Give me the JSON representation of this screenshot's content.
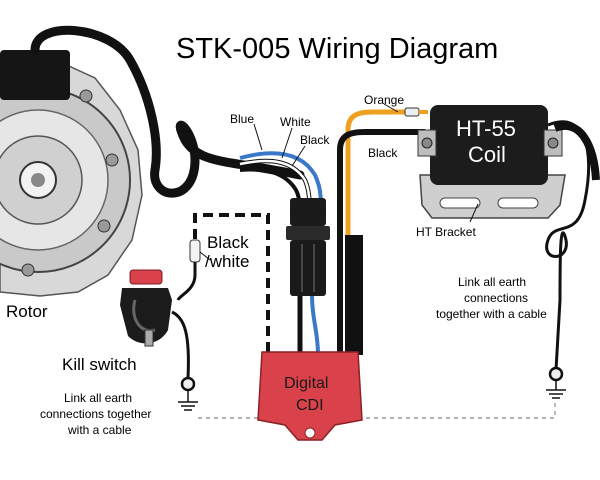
{
  "title": "STK-005 Wiring Diagram",
  "labels": {
    "rotor": "Rotor",
    "kill_switch": "Kill switch",
    "blue": "Blue",
    "white": "White",
    "black_top": "Black",
    "black_white_1": "Black",
    "black_white_2": "/white",
    "orange": "Orange",
    "black_coil": "Black",
    "coil_1": "HT-55",
    "coil_2": "Coil",
    "ht_bracket": "HT Bracket",
    "cdi_1": "Digital",
    "cdi_2": "CDI"
  },
  "notes": {
    "earth_left": [
      "Link all earth",
      "connections together",
      "with a cable"
    ],
    "earth_right": [
      "Link all earth",
      "connections",
      "together with a cable"
    ]
  },
  "colors": {
    "wire_black": "#111111",
    "wire_blue": "#3a78c9",
    "wire_white": "#ffffff",
    "wire_orange": "#f0a020",
    "cdi_red": "#d9424a",
    "coil_body": "#1c1c1c",
    "metal": "#bdbdbd"
  }
}
